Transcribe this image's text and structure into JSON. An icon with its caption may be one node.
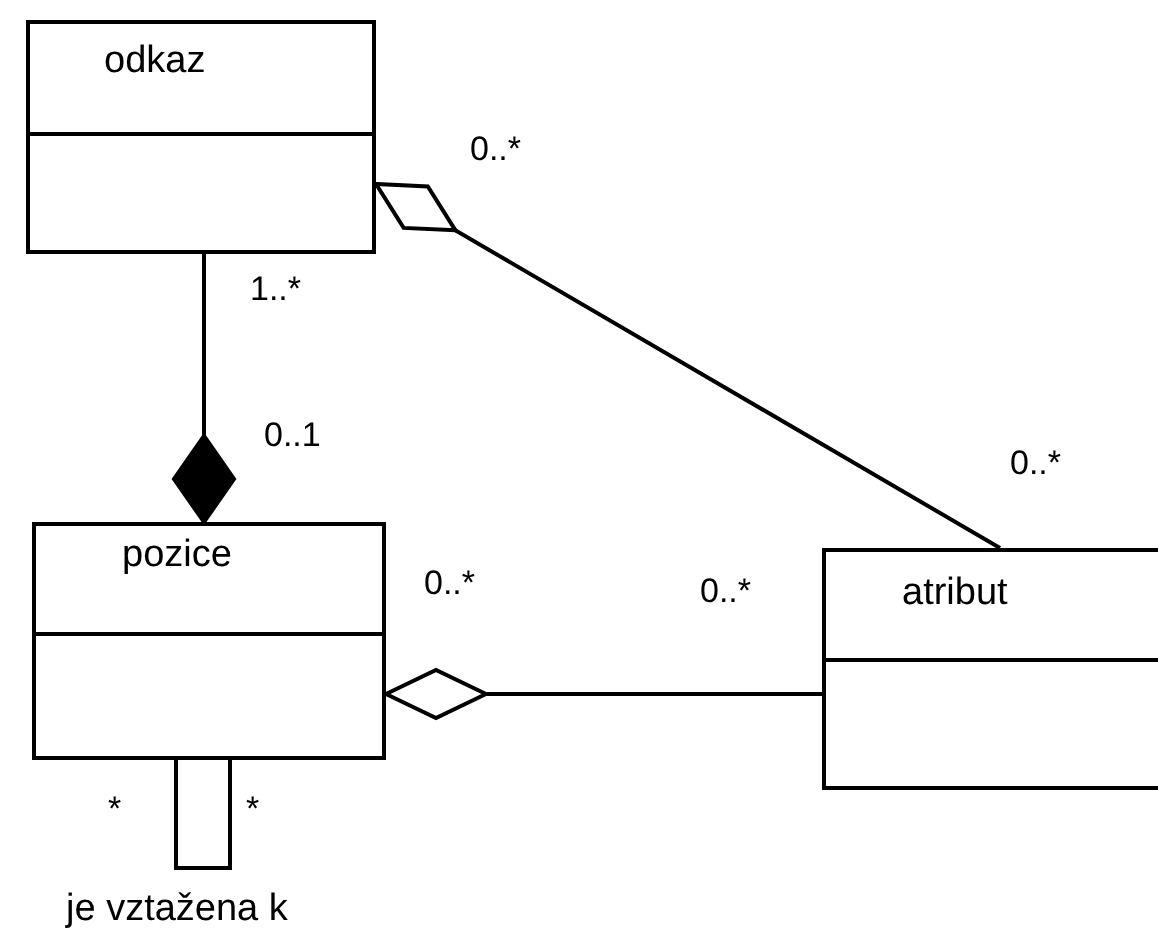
{
  "diagram": {
    "nodes": [
      {
        "text": [
          "odkaz"
        ]
      },
      {
        "text": [
          "pozice"
        ]
      },
      {
        "text": [
          "atribut"
        ]
      }
    ],
    "edges": [
      {
        "from": 0,
        "to": 1,
        "arrow": "other"
      },
      {
        "from": 2,
        "to": 0,
        "arrow": "other"
      },
      {
        "from": 2,
        "to": 1,
        "arrow": "other"
      },
      {
        "from": 1,
        "to": 1,
        "arrow": "none",
        "label": "je vztažena k"
      }
    ],
    "labels": [
      "0..*",
      "1..*",
      "0..1",
      "0..*",
      "0..*",
      "0..*",
      "*",
      "*"
    ]
  }
}
